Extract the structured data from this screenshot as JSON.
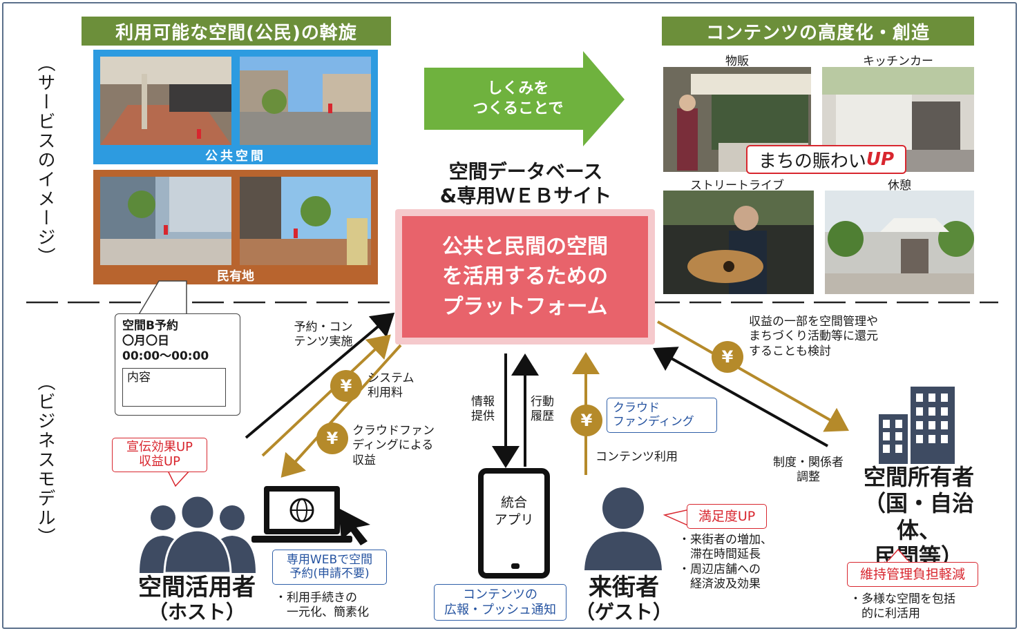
{
  "side_labels": {
    "top": "（サービスのイメージ）",
    "bottom": "（ビジネスモデル）"
  },
  "left_title": "利用可能な空間(公民)の斡旋",
  "right_title": "コンテンツの高度化・創造",
  "public_label": "公共空間",
  "private_label": "民有地",
  "arrow_text": [
    "しくみを",
    "つくることで"
  ],
  "db_title": [
    "空間データベース",
    "&専用ＷＥＢサイト"
  ],
  "platform_text": [
    "公共と民間の空間",
    "を活用するための",
    "プラットフォーム"
  ],
  "photo_captions": {
    "sales": "物販",
    "kitchen_car": "キッチンカー",
    "street_live": "ストリートライブ",
    "rest": "休憩"
  },
  "liveliness_badge": {
    "prefix": "まちの賑わい",
    "suffix": "UP"
  },
  "booking_card": {
    "line1": "空間B予約",
    "line2": "〇月〇日",
    "line3": "00:00～00:00",
    "field_label": "内容"
  },
  "flows": {
    "reserve": [
      "予約・コン",
      "テンツ実施"
    ],
    "system_fee": [
      "システム",
      "利用料"
    ],
    "crowd_profit": [
      "クラウドファン",
      "ディングによる",
      "収益"
    ],
    "info": [
      "情報",
      "提供"
    ],
    "history": [
      "行動",
      "履歴"
    ],
    "content_use": "コンテンツ利用",
    "return": [
      "収益の一部を空間管理や",
      "まちづくり活動等に還元",
      "することも検討"
    ],
    "system_adjust": [
      "制度・関係者",
      "調整"
    ]
  },
  "yen_symbol": "¥",
  "crowdfunding_box": [
    "クラウド",
    "ファンディング"
  ],
  "host": {
    "badge": [
      "宣伝効果UP",
      "収益UP"
    ],
    "web_box": [
      "専用WEBで空間",
      "予約(申請不要)"
    ],
    "bullet": [
      "・利用手続きの",
      "一元化、簡素化"
    ],
    "name": "空間活用者",
    "sub": "（ホスト）"
  },
  "app": {
    "label": [
      "統合",
      "アプリ"
    ],
    "notice": [
      "コンテンツの",
      "広報・プッシュ通知"
    ]
  },
  "guest": {
    "badge": "満足度UP",
    "bullets": [
      [
        "・来街者の増加、",
        "滞在時間延長"
      ],
      [
        "・周辺店舗への",
        "経済波及効果"
      ]
    ],
    "name": "来街者",
    "sub": "（ゲスト）"
  },
  "owner": {
    "name": [
      "空間所有者",
      "（国・自治体、",
      "民間等）"
    ],
    "badge": "維持管理負担軽減",
    "bullet": [
      "・多様な空間を包括",
      "的に利活用"
    ]
  },
  "colors": {
    "green": "#6c8f3a",
    "arrow_green": "#6fb23e",
    "platform_red": "#e8636b",
    "gold": "#b58a2a",
    "public_blue": "#2d9be0",
    "private_brown": "#b8642e",
    "icon_navy": "#3e4b62"
  }
}
